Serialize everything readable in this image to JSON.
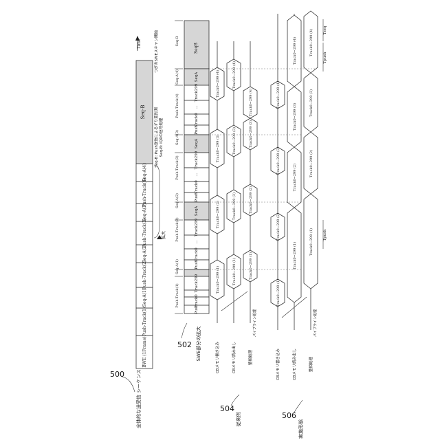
{
  "figure": {
    "ref_overall": "500",
    "ref_swe": "502",
    "ref_conventional": "504",
    "ref_embodiment": "506",
    "overall_label": "全体的な送受信 シーケンス",
    "swe_label": "SWE部分の拡大",
    "conventional_label": "従来例",
    "embodiment_label": "実施形態",
    "time_label": "Time",
    "enlarge_label": "拡大",
    "next_swe_label": "つぎのSWEスキャン開始",
    "seq_b_note": "Seq-B: Push送信によるずり変形測",
    "seq_b_note2": "Seq-B: IQRの信号処理"
  },
  "top_sequence": [
    {
      "label": "BWE (1Frame)",
      "shade": false
    },
    {
      "label": "Push-Track(1)",
      "shade": false
    },
    {
      "label": "Seq-A(1)",
      "shade": false
    },
    {
      "label": "Push-Track(2)",
      "shade": false
    },
    {
      "label": "Seq-A(2)",
      "shade": false
    },
    {
      "label": "Push-Track(3)",
      "shade": false
    },
    {
      "label": "Seq-A(3)",
      "shade": false
    },
    {
      "label": "Push-Track(4)",
      "shade": false
    },
    {
      "label": "Seq-A(4)",
      "shade": false
    },
    {
      "label": "Seq-B",
      "shade": true
    }
  ],
  "swe_rows": {
    "header_labels": [
      "Push-Track(1)",
      "Seq-A(1)",
      "Push-Track(2)",
      "Seq-A(2)",
      "Push-Track(3)",
      "Seq-A(3)",
      "Push-Track(4)",
      "Seq-A(4)",
      "Seq-B"
    ],
    "cells": [
      "Push",
      "Track0",
      "...",
      "Track299",
      "SeqA"
    ],
    "seqb_cell": "SeqB"
  },
  "conventional": {
    "row1": "CBメモリ書き込み",
    "row2": "CBメモリ読み出し",
    "row3": "整相処理",
    "hexes": [
      "Track0~299 (1)",
      "Track0~299 (2)",
      "Track0~299 (3)",
      "Track0~299 (4)"
    ],
    "pipeline": "パイプライン処理"
  },
  "embodiment": {
    "row1": "CBメモリ書き込み",
    "row2": "CBメモリ読み出し",
    "row3": "整相処理",
    "hexes": [
      "Track0~299 (1)",
      "Track0~299 (2)",
      "Track0~299 (3)",
      "Track0~299 (4)"
    ],
    "pipeline": "パイプライン処理",
    "tpush": "Tpush",
    "tseq": "Tseq"
  }
}
